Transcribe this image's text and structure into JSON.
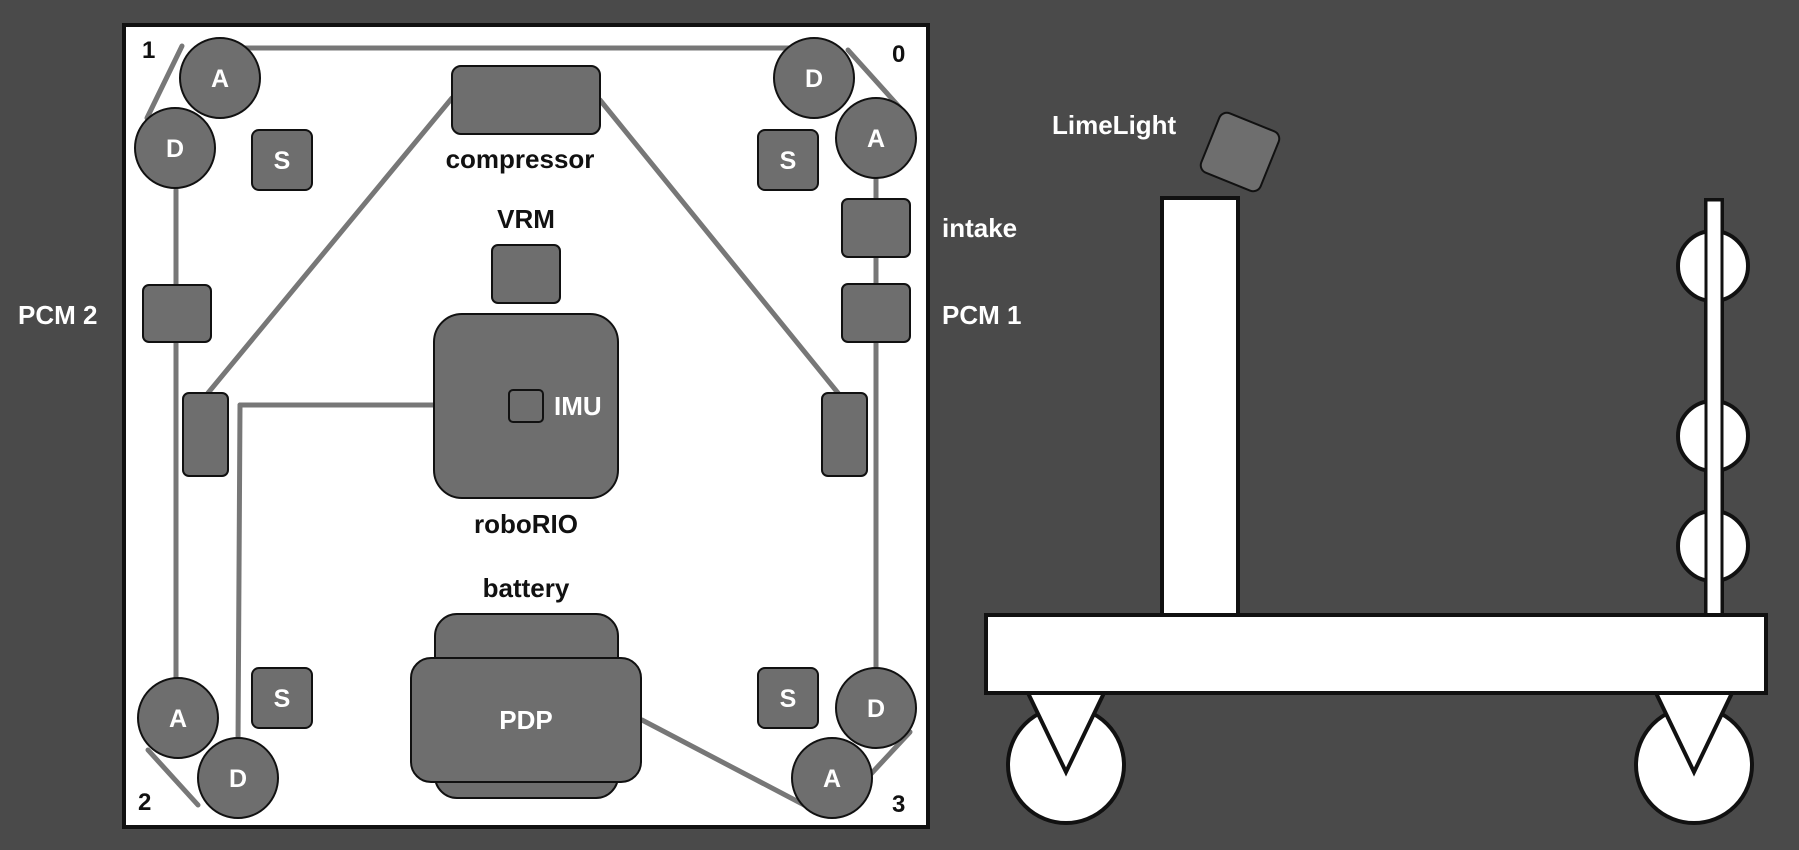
{
  "colors": {
    "background": "#4a4a4a",
    "panel": "#ffffff",
    "component": "#6e6e6e",
    "wire": "#777777",
    "outline": "#111111",
    "label_dark": "#111111",
    "label_light": "#ffffff"
  },
  "top_view": {
    "corners": {
      "front_left": "1",
      "front_right": "0",
      "back_left": "2",
      "back_right": "3"
    },
    "modules": {
      "angle_label": "A",
      "drive_label": "D",
      "sensor_label": "S"
    },
    "labels": {
      "compressor": "compressor",
      "vrm": "VRM",
      "imu": "IMU",
      "roborio": "roboRIO",
      "battery": "battery",
      "pdp": "PDP",
      "pcm2": "PCM 2",
      "pcm1": "PCM 1",
      "intake": "intake"
    }
  },
  "side_view": {
    "limelight_label": "LimeLight"
  }
}
